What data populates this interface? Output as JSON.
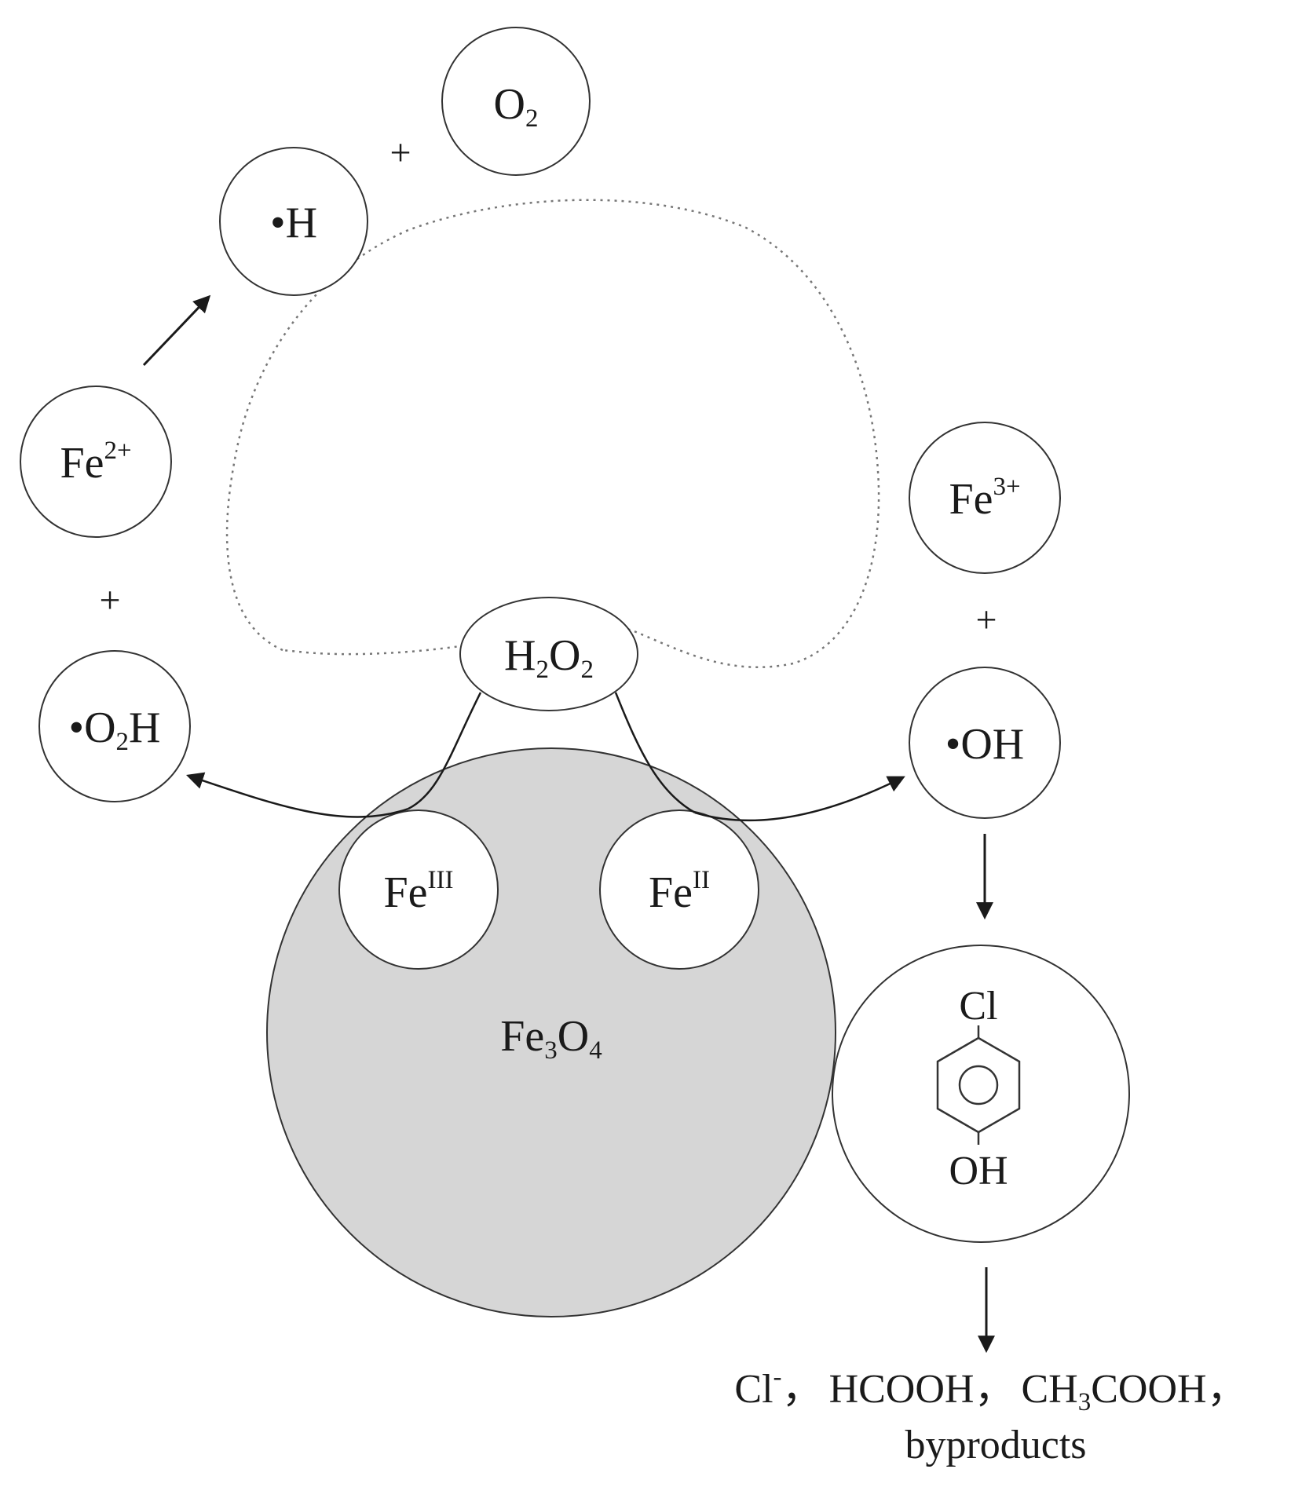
{
  "species": {
    "o2": {
      "base": "O",
      "sub": "2"
    },
    "h_radical": "•H",
    "fe2": {
      "base": "Fe",
      "sup": "2+"
    },
    "o2h_radical": {
      "pre": "•O",
      "sub": "2",
      "post": "H"
    },
    "h2o2": {
      "pre": "H",
      "sub1": "2",
      "mid": "O",
      "sub2": "2"
    },
    "fe3": {
      "base": "Fe",
      "sup": "3+"
    },
    "oh_radical": "•OH",
    "fe_iii": {
      "base": "Fe",
      "sup": "III"
    },
    "fe_ii": {
      "base": "Fe",
      "sup": "II"
    },
    "fe3o4": {
      "pre": "Fe",
      "sub1": "3",
      "mid": "O",
      "sub2": "4"
    }
  },
  "operators": {
    "plus": "+"
  },
  "chlorophenol": {
    "top_group": "Cl",
    "bottom_group": "OH"
  },
  "products": {
    "line1": {
      "cl": "Cl",
      "cl_sup": "-",
      "sep": "，",
      "hcooh": "HCOOH",
      "ch3_pre": "CH",
      "ch3_sub": "3",
      "ch3_post": "COOH"
    },
    "line2": "byproducts"
  },
  "colors": {
    "nanoparticle_fill": "#d6d6d6",
    "stroke": "#333333",
    "dotted_loop": "#777777"
  }
}
